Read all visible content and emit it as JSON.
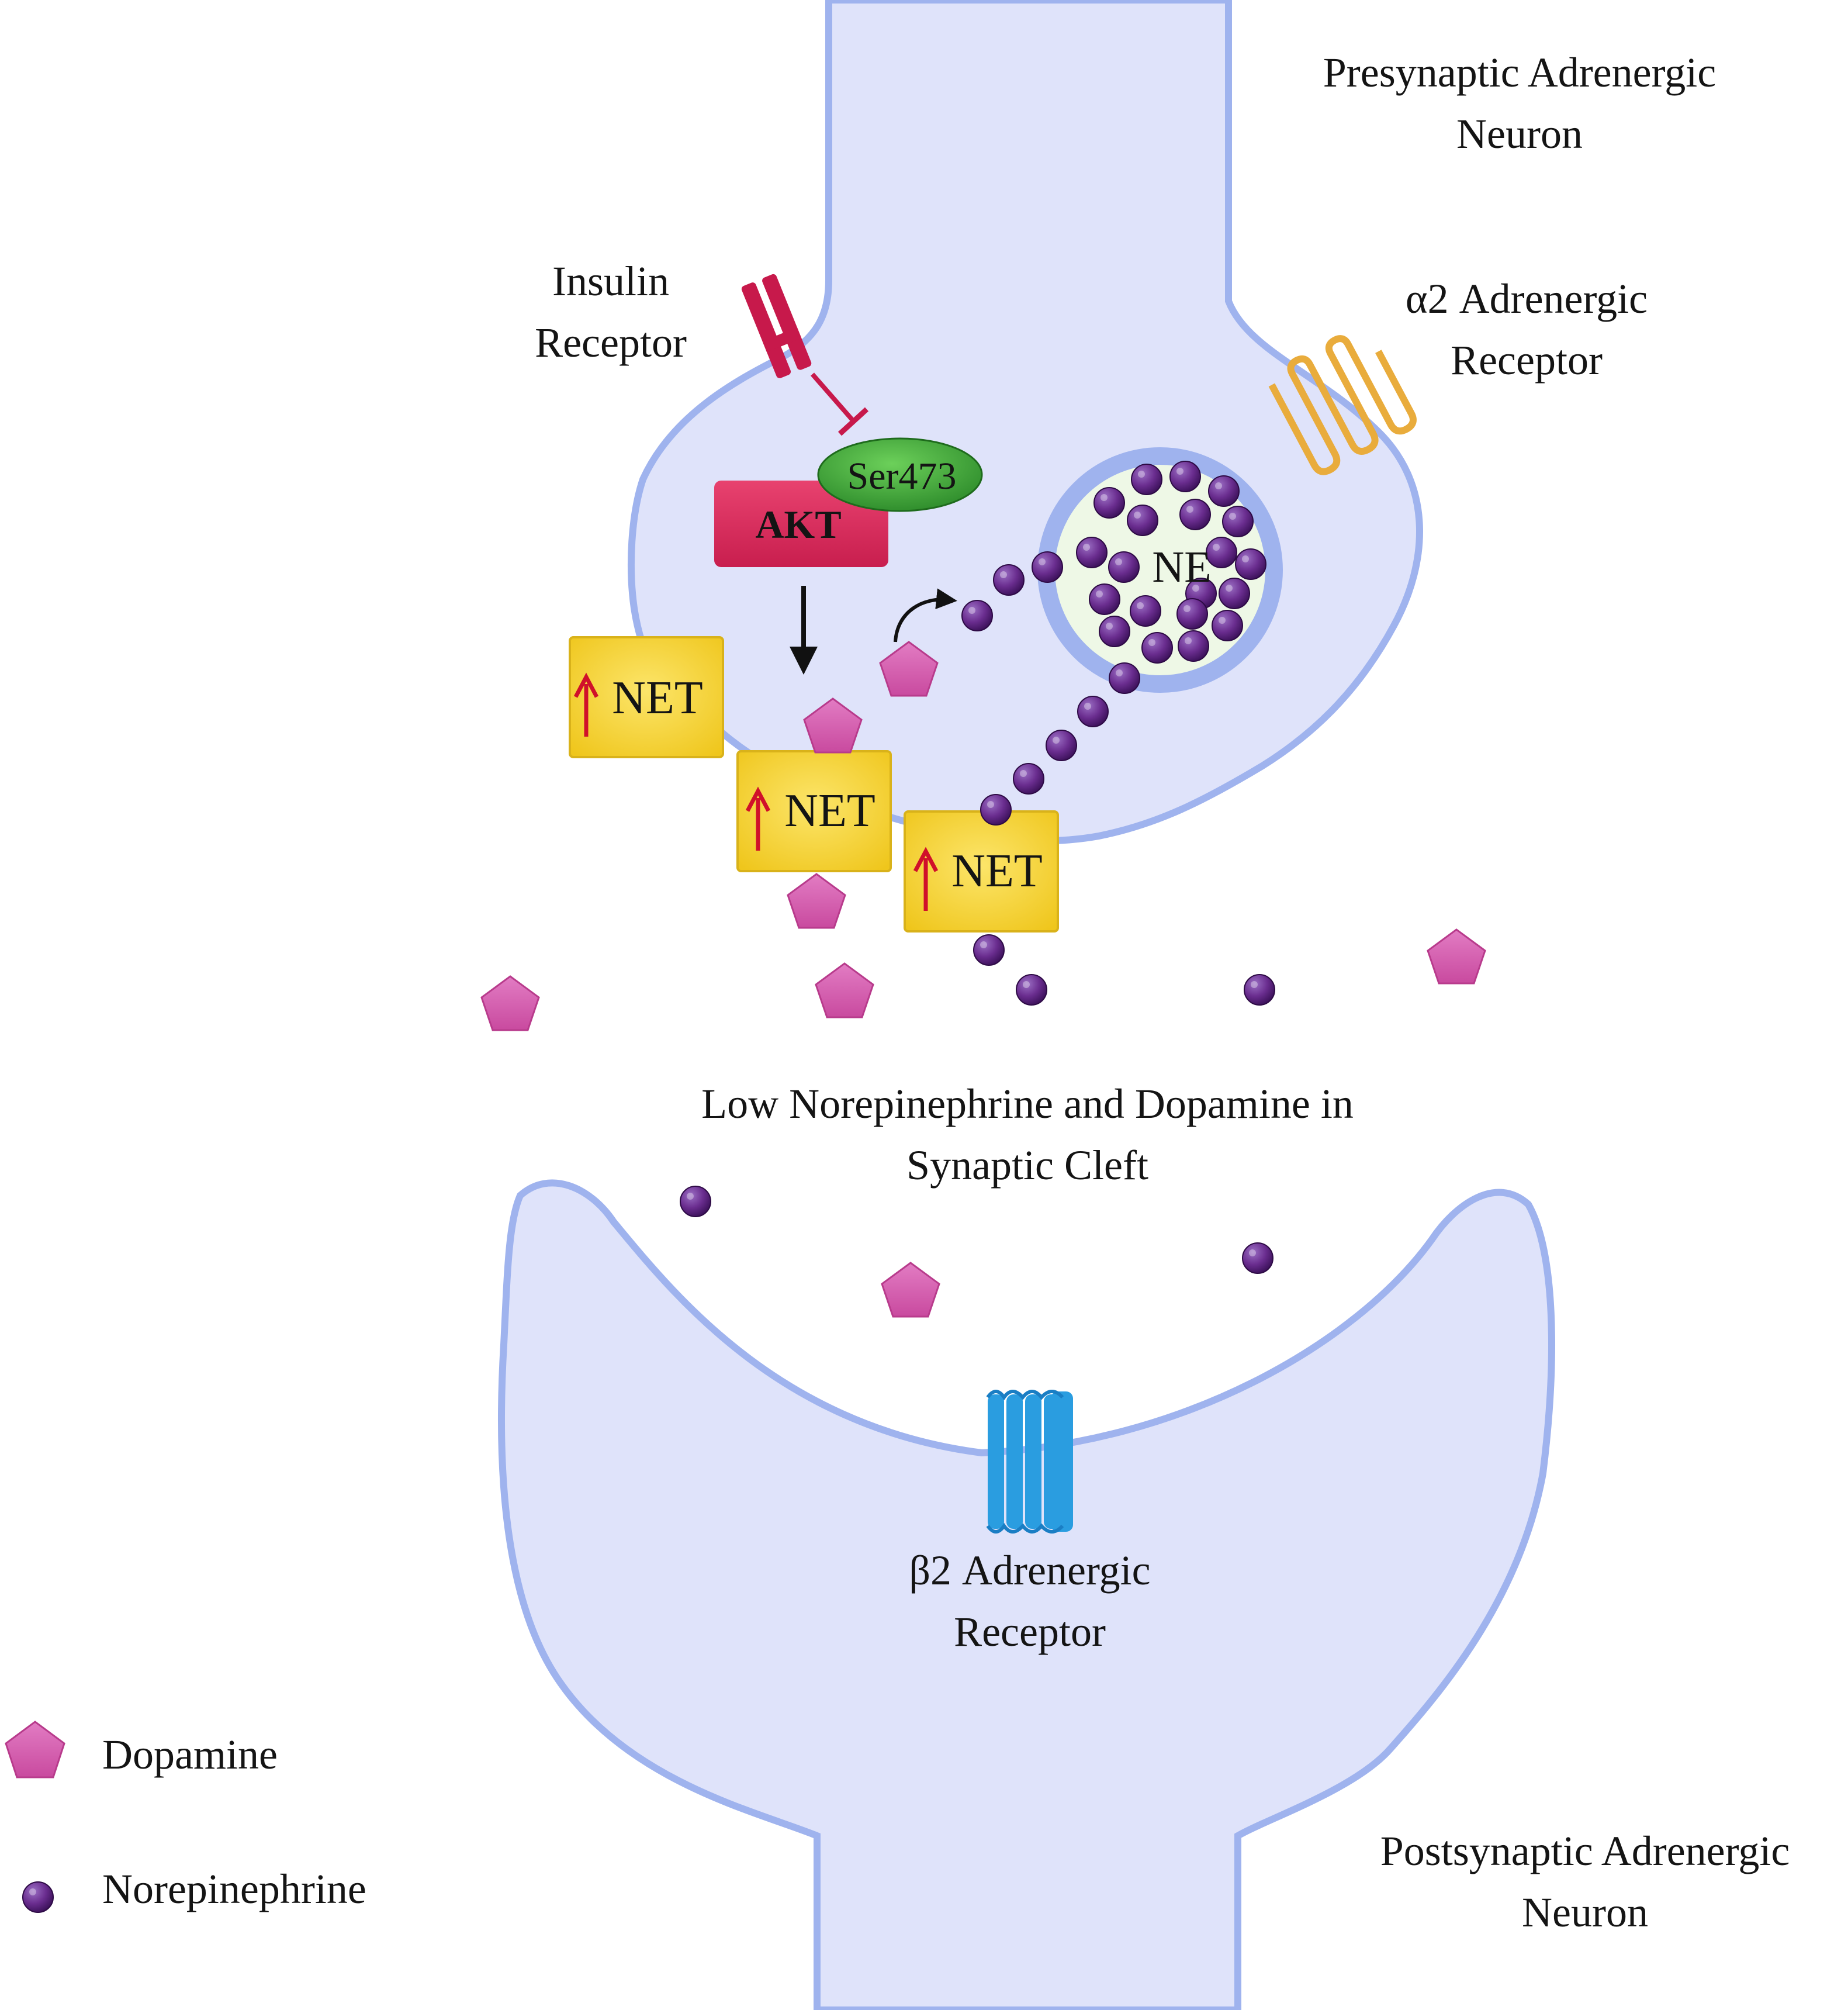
{
  "labels": {
    "presynaptic": [
      "Presynaptic Adrenergic",
      "Neuron"
    ],
    "postsynaptic": [
      "Postsynaptic Adrenergic",
      "Neuron"
    ],
    "insulin_receptor": [
      "Insulin",
      "Receptor"
    ],
    "alpha2_receptor": [
      "α2 Adrenergic",
      "Receptor"
    ],
    "beta2_receptor": [
      "β2 Adrenergic",
      "Receptor"
    ],
    "synaptic_cleft": [
      "Low Norepinephrine and Dopamine in",
      "Synaptic Cleft"
    ],
    "akt": "AKT",
    "ser473": "Ser473",
    "ne_vesicle": "NE",
    "net": "NET"
  },
  "legend": {
    "dopamine": "Dopamine",
    "norepinephrine": "Norepinephrine"
  },
  "colors": {
    "neuron_fill": "#dfe3fa",
    "neuron_outline": "#9fb3ee",
    "vesicle_fill": "#eef8e6",
    "norepinephrine": "#6a2d8f",
    "dopamine": "#d75fb2",
    "akt": "#dc2a5c",
    "ser473": "#3aa536",
    "net_box": "#f6d52f",
    "up_arrow": "#d0102a",
    "insulin_receptor": "#c7194b",
    "alpha2_receptor": "#e9ac3c",
    "beta2_receptor": "#2a9de0"
  },
  "icons": {
    "insulin_receptor": "transmembrane-receptor-icon",
    "alpha2_receptor": "gpcr-icon",
    "beta2_receptor": "gpcr-icon",
    "net_arrow": "up-arrow-icon"
  }
}
